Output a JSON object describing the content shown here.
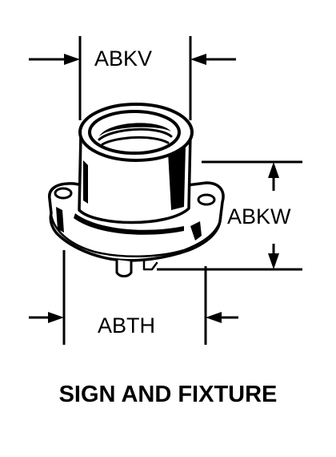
{
  "diagram": {
    "dimensions": {
      "top_width": "ABKV",
      "flange_height": "ABKW",
      "base_width": "ABTH"
    },
    "caption": "SIGN AND FIXTURE"
  },
  "colors": {
    "ink": "#000000",
    "paper": "#ffffff"
  }
}
